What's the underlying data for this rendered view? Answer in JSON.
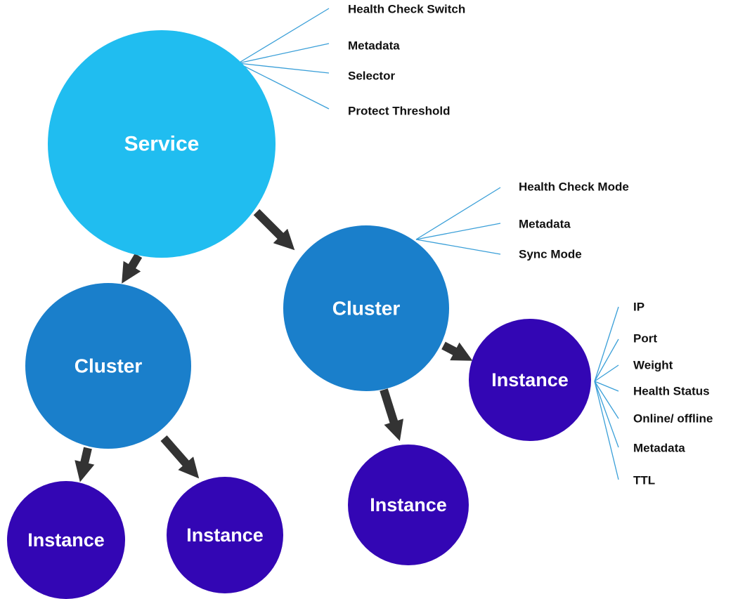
{
  "colors": {
    "service": "#20bdf0",
    "cluster": "#1a7fcb",
    "instance": "#3306b4",
    "arrow": "#333333",
    "line": "#3a9fd8"
  },
  "nodes": {
    "service": "Service",
    "cluster_left": "Cluster",
    "cluster_right": "Cluster",
    "instance_bl1": "Instance",
    "instance_bl2": "Instance",
    "instance_bottom": "Instance",
    "instance_right": "Instance"
  },
  "service_attributes": [
    "Health Check Switch",
    "Metadata",
    "Selector",
    "Protect Threshold"
  ],
  "cluster_attributes": [
    "Health Check Mode",
    "Metadata",
    "Sync Mode"
  ],
  "instance_attributes": [
    "IP",
    "Port",
    "Weight",
    "Health Status",
    "Online/ offline",
    "Metadata",
    "TTL"
  ]
}
